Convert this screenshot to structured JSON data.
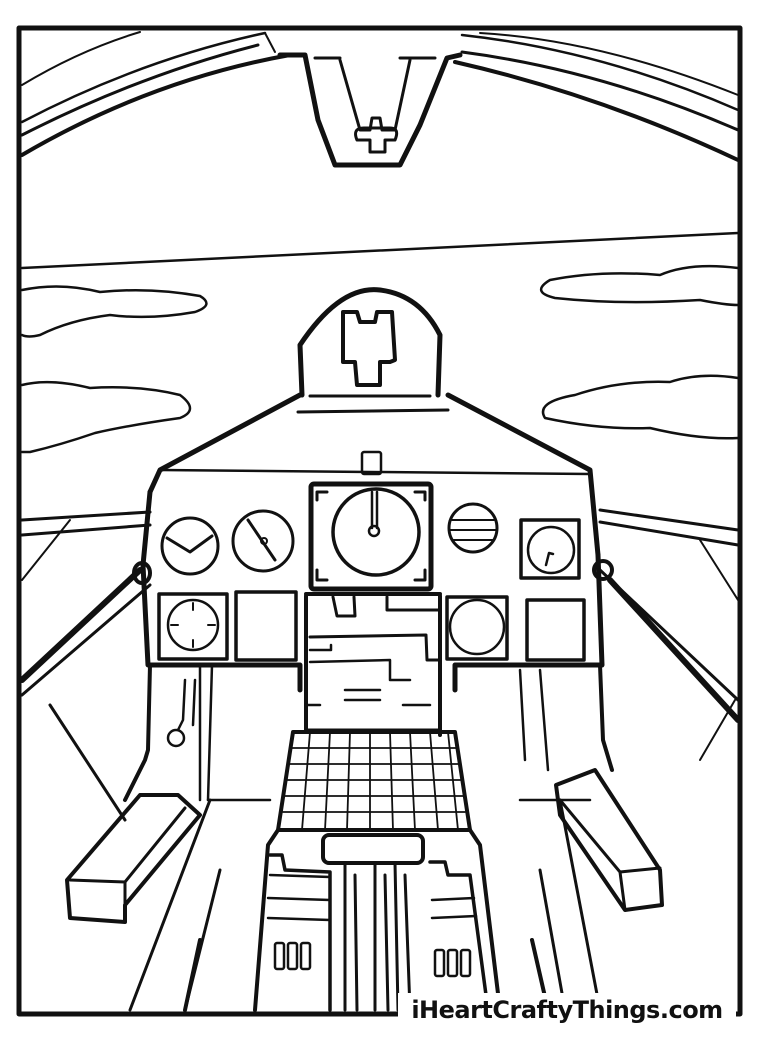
{
  "page": {
    "kind": "coloring-page",
    "subject": "jet fighter cockpit view",
    "line_color": "#111111",
    "background_color": "#ffffff"
  },
  "watermark": {
    "text": "iHeartCraftyThings.com"
  },
  "scene": {
    "canopy_frame": "curved canopy bars with top latch",
    "sky": "horizon line with four clouds",
    "hud": "head-up display housing above dashboard",
    "dashboard": {
      "gauges": [
        "attitude-gauge",
        "needle-gauge",
        "main-clock-gauge",
        "striped-gauge",
        "small-dial-gauge",
        "tick-gauge",
        "blank-screen-left",
        "center-display",
        "round-screen-right",
        "blank-screen-right"
      ]
    },
    "side_levers": [
      "left-throttle-block",
      "right-throttle-block"
    ],
    "center_console": "grid panel and control stick base with switch banks"
  }
}
